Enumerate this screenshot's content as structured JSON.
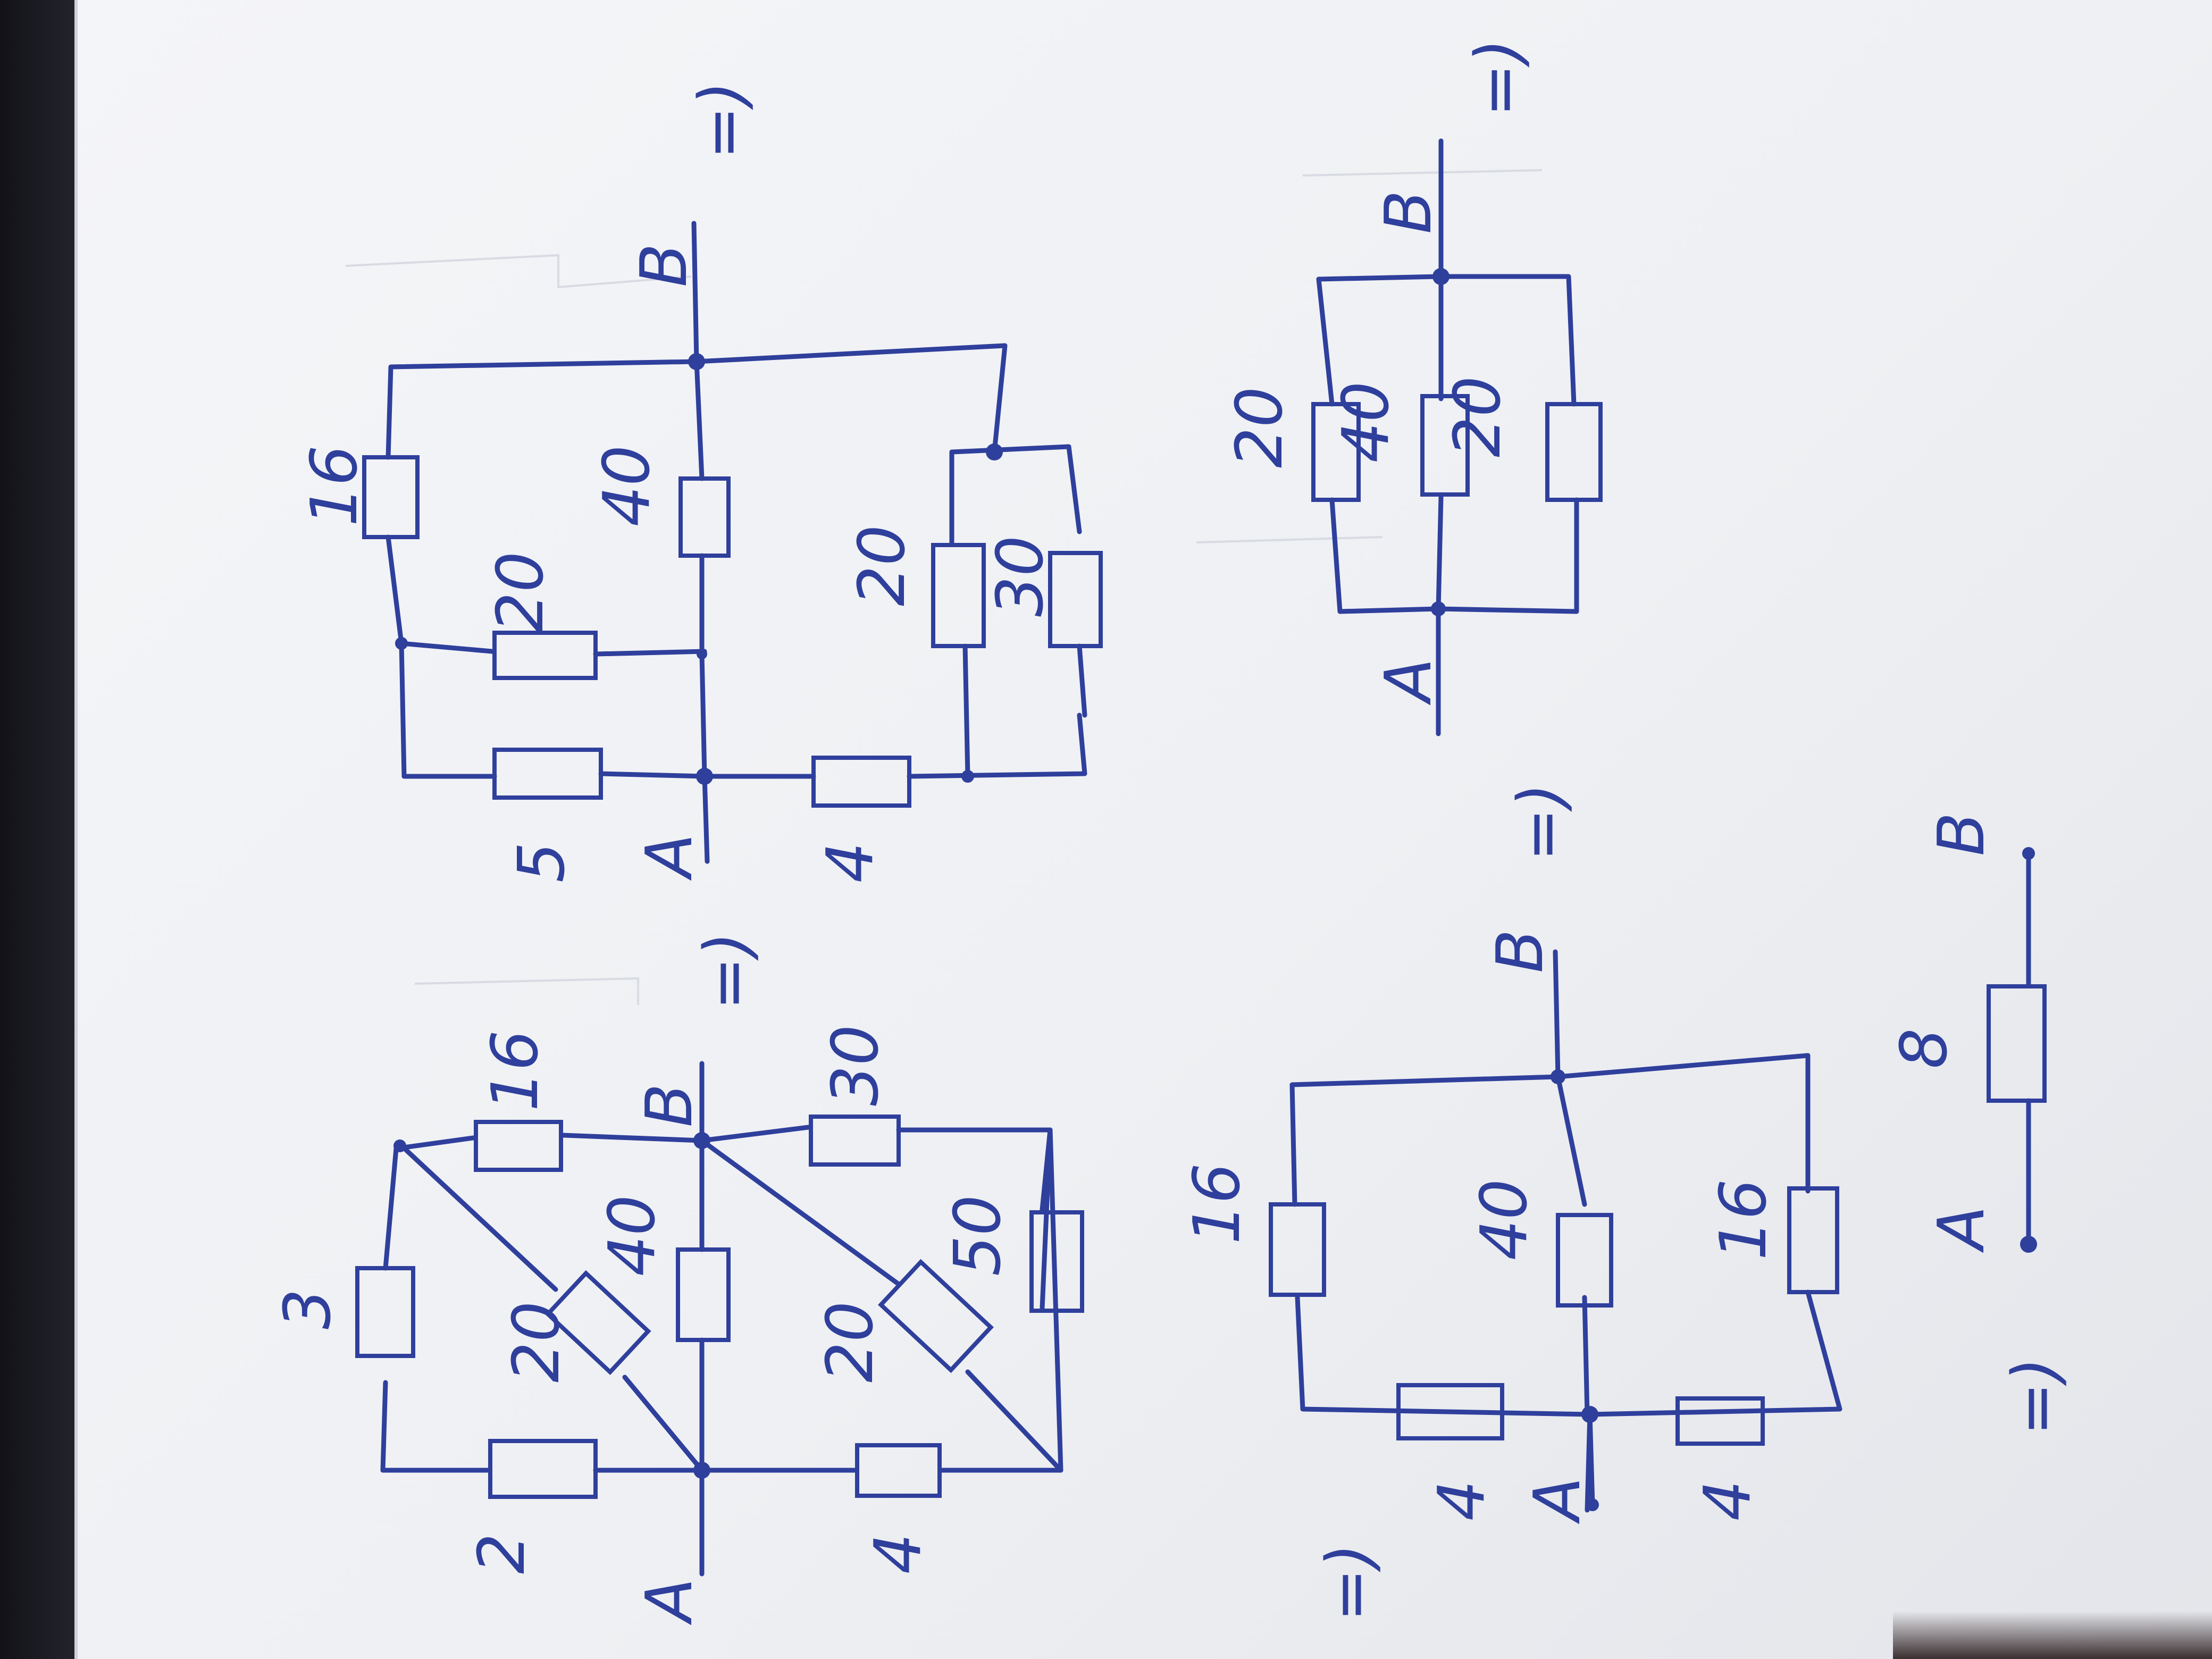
{
  "diagram1": {
    "labels": {
      "r_2": "2",
      "r_3": "3",
      "r_16": "16",
      "r_20": "20",
      "r_40": "40",
      "r_30": "30",
      "r_50": "50",
      "r_20b": "20",
      "r_4": "4",
      "node_a": "A",
      "node_b": "B"
    },
    "arrow": "=)"
  },
  "diagram2": {
    "labels": {
      "r_16": "16",
      "r_40": "40",
      "r_20": "20",
      "r_5": "5",
      "r_4": "4",
      "r_20b": "20",
      "r_30": "30",
      "node_a": "A",
      "node_b": "B"
    },
    "arrow": "=)"
  },
  "diagram3": {
    "labels": {
      "r_20a": "20",
      "r_40": "40",
      "r_20b": "20",
      "node_a": "A",
      "node_b": "B"
    },
    "arrow": "=)"
  },
  "diagram4": {
    "labels": {
      "r_16a": "16",
      "r_40": "40",
      "r_16b": "16",
      "r_4a": "4",
      "r_4b": "4",
      "node_a": "A",
      "node_b": "B"
    },
    "arrow_in": "=)",
    "arrow_out": "=)"
  },
  "diagram5": {
    "labels": {
      "r_8": "8",
      "node_a": "A",
      "node_b": "B"
    },
    "arrow": "=)"
  },
  "colors": {
    "ink": "#2f3f9c",
    "paper": "#f1f2f5"
  }
}
